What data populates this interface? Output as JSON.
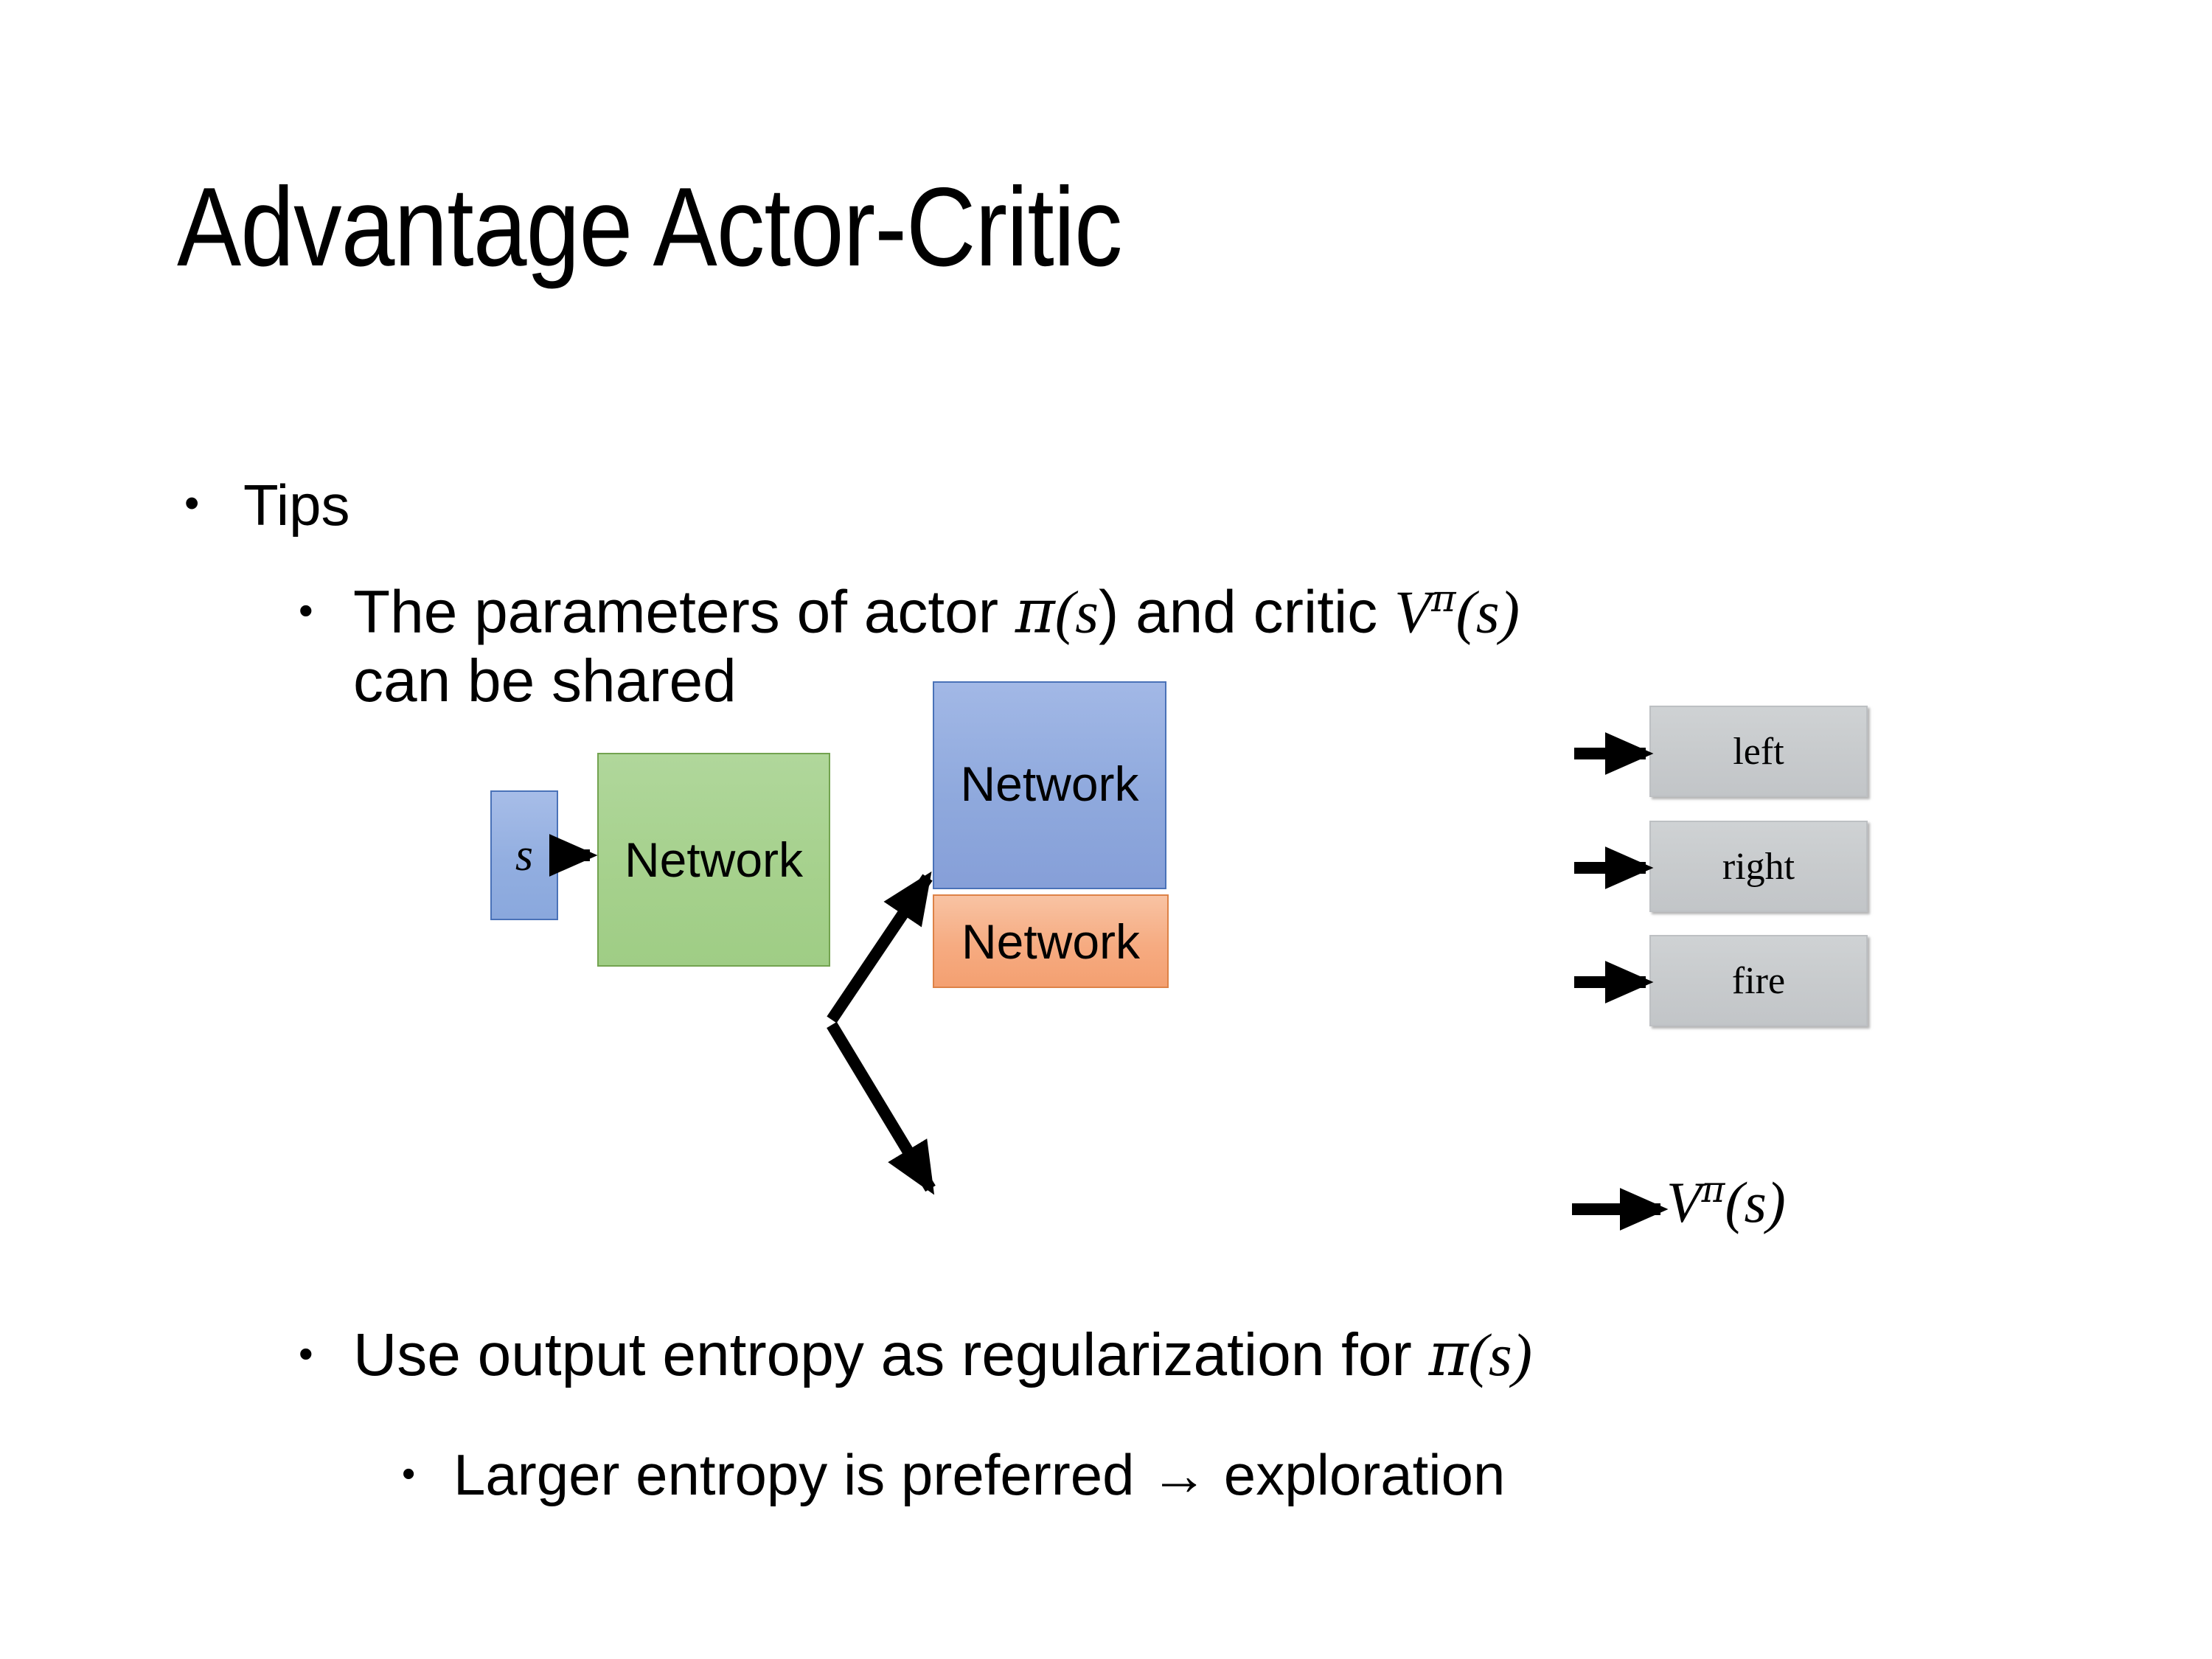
{
  "slide": {
    "title": "Advantage Actor-Critic",
    "background_color": "#ffffff",
    "text_color": "#000000"
  },
  "bullets": {
    "tips": "Tips",
    "shared_params_line1_a": "The parameters of actor ",
    "shared_params_pi": "π",
    "shared_params_line1_b": "(",
    "shared_params_s1": "s",
    "shared_params_line1_c": ")  and critic ",
    "shared_params_v": "V",
    "shared_params_v_exp": "π",
    "shared_params_line1_d": "(",
    "shared_params_s2": "s",
    "shared_params_line1_e": ")",
    "shared_params_line2": "can be shared",
    "entropy_a": "Use output entropy as regularization for ",
    "entropy_pi": "π",
    "entropy_b": "(",
    "entropy_s": "s",
    "entropy_c": ")",
    "exploration": "Larger entropy is preferred → exploration",
    "bullet_glyph": "•"
  },
  "diagram": {
    "input_state_label": "s",
    "shared_network_label": "Network",
    "actor_network_label": "Network",
    "critic_network_label": "Network",
    "action_outputs": [
      {
        "label": "left"
      },
      {
        "label": "right"
      },
      {
        "label": "fire"
      }
    ],
    "value_output": {
      "symbol": "V",
      "exponent": "π",
      "open_paren": "(",
      "argument": "s",
      "close_paren": ")"
    },
    "colors": {
      "input_state_fill": "#92aee0",
      "input_state_border": "#4a72b8",
      "shared_network_fill": "#a6d18d",
      "shared_network_border": "#73a350",
      "actor_network_fill": "#8fa9dd",
      "actor_network_border": "#4a72b8",
      "critic_network_fill": "#f6ab81",
      "critic_network_border": "#dd8247",
      "action_box_fill": "#c8cbcd",
      "action_box_border": "#bdc0c3",
      "arrow_color": "#000000"
    }
  }
}
